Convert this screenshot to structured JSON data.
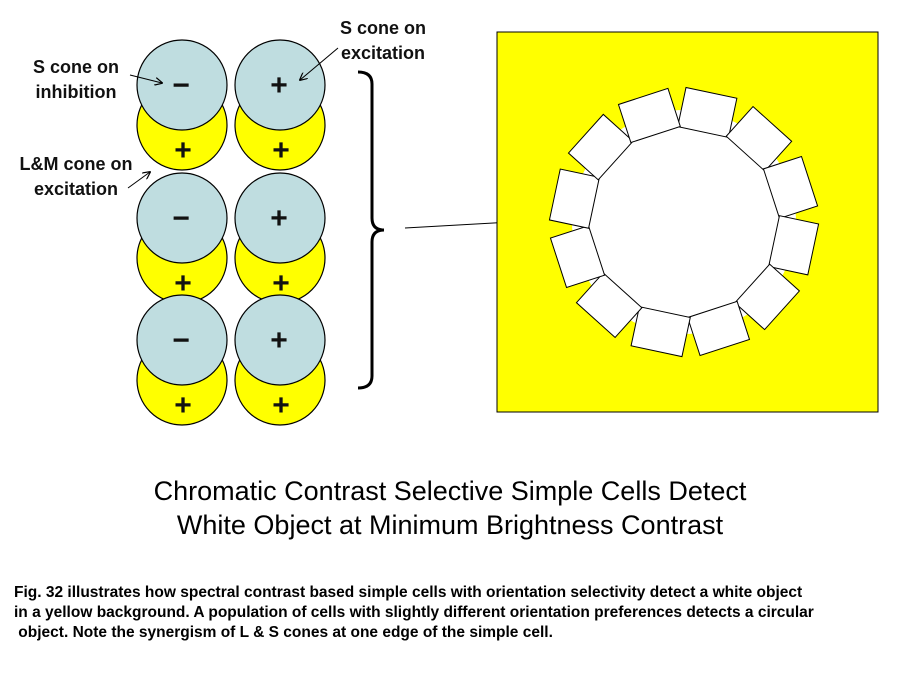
{
  "labels": {
    "s_inhibition": [
      "S cone on",
      "inhibition"
    ],
    "s_excitation": [
      "S cone on",
      "excitation"
    ],
    "lm_excitation": [
      "L&M cone on",
      "excitation"
    ]
  },
  "cells": {
    "minus_sign": "−",
    "plus_sign": "+",
    "columns": [
      {
        "top_sign": "−",
        "bottom_sign": "+"
      },
      {
        "top_sign": "+",
        "bottom_sign": "+"
      }
    ],
    "rows": 3
  },
  "colors": {
    "s_cone": "#bfdde0",
    "lm_cone": "#ffff00",
    "background": "#ffff00",
    "object": "#ffffff",
    "outline": "#000000"
  },
  "title": {
    "line1": "Chromatic Contrast Selective Simple Cells Detect",
    "line2": "White Object at Minimum Brightness Contrast"
  },
  "caption": {
    "line1": "Fig. 32 illustrates how spectral contrast based simple cells with orientation selectivity detect a white object",
    "line2": "in a yellow background. A population of cells with slightly different orientation preferences detects a circular",
    "line3": " object. Note the synergism of L & S cones at one edge of the simple cell."
  }
}
